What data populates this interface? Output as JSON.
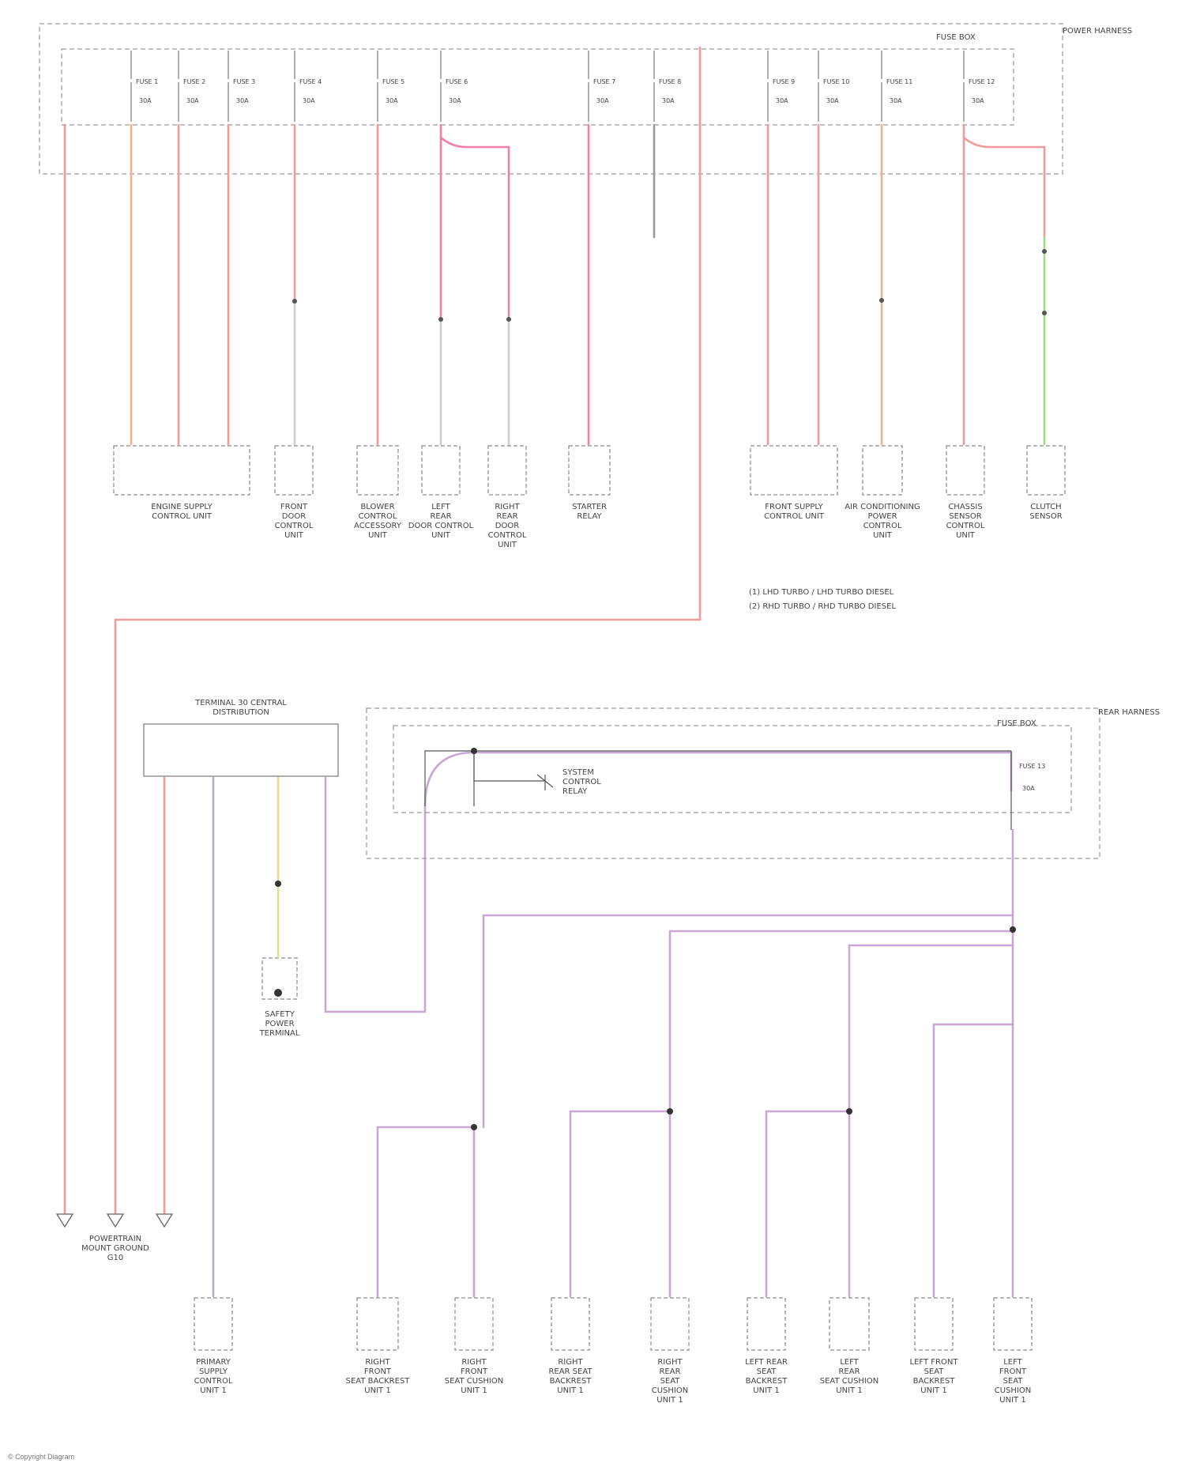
{
  "colors": {
    "red": "#f29a9a",
    "pink": "#ef7fa8",
    "orange": "#f3b38a",
    "violet": "#c9a6d6",
    "grey": "#b4b4c0",
    "green": "#9fdc86",
    "yellow": "#e8d98c",
    "dash": "#9a9a9a",
    "box": "#8a8a8a",
    "node": "#333333"
  },
  "top": {
    "harness_label": "POWER HARNESS",
    "distribution_label": "FUSE BOX",
    "fuses": [
      {
        "name": "FUSE 1",
        "amp": "30A"
      },
      {
        "name": "FUSE 2",
        "amp": "30A"
      },
      {
        "name": "FUSE 3",
        "amp": "30A"
      },
      {
        "name": "FUSE 4",
        "amp": "30A"
      },
      {
        "name": "FUSE 5",
        "amp": "30A"
      },
      {
        "name": "FUSE 6",
        "amp": "30A"
      },
      {
        "name": "FUSE 7",
        "amp": "30A"
      },
      {
        "name": "FUSE 8",
        "amp": "30A"
      },
      {
        "name": "FUSE 9",
        "amp": "30A"
      },
      {
        "name": "FUSE 10",
        "amp": "30A"
      },
      {
        "name": "FUSE 11",
        "amp": "30A"
      },
      {
        "name": "FUSE 12",
        "amp": "30A"
      }
    ],
    "components": [
      [
        "ENGINE SUPPLY",
        "CONTROL UNIT"
      ],
      [
        "FRONT",
        "DOOR",
        "CONTROL",
        "UNIT"
      ],
      [
        "BLOWER",
        "CONTROL",
        "ACCESSORY",
        "UNIT"
      ],
      [
        "LEFT",
        "REAR",
        "DOOR CONTROL",
        "UNIT"
      ],
      [
        "RIGHT",
        "REAR",
        "DOOR",
        "CONTROL",
        "UNIT"
      ],
      [
        "STARTER",
        "RELAY"
      ],
      [
        "FRONT SUPPLY",
        "CONTROL UNIT"
      ],
      [
        "AIR CONDITIONING",
        "POWER",
        "CONTROL",
        "UNIT"
      ],
      [
        "CHASSIS",
        "SENSOR",
        "CONTROL",
        "UNIT"
      ],
      [
        "CLUTCH",
        "SENSOR"
      ]
    ],
    "notes": [
      "(1) LHD TURBO / LHD TURBO DIESEL",
      "(2) RHD TURBO / RHD TURBO DIESEL"
    ]
  },
  "middle": {
    "module_title": [
      "TERMINAL 30 CENTRAL",
      "DISTRIBUTION"
    ],
    "rear_fuse_label": "FUSE BOX",
    "rear_harness_label": "REAR HARNESS",
    "rear_fuse": {
      "name": "FUSE 13",
      "amp": "30A"
    },
    "relay_label": [
      "SYSTEM",
      "CONTROL",
      "RELAY"
    ],
    "sensor_label": [
      "SAFETY",
      "POWER",
      "TERMINAL"
    ]
  },
  "bottom": {
    "ground_label": [
      "POWERTRAIN",
      "MOUNT GROUND",
      "G10"
    ],
    "components": [
      [
        "PRIMARY",
        "SUPPLY",
        "CONTROL",
        "UNIT 1"
      ],
      [
        "RIGHT",
        "FRONT",
        "SEAT BACKREST",
        "UNIT 1"
      ],
      [
        "RIGHT",
        "FRONT",
        "SEAT CUSHION",
        "UNIT 1"
      ],
      [
        "RIGHT",
        "REAR SEAT",
        "BACKREST",
        "UNIT 1"
      ],
      [
        "RIGHT",
        "REAR",
        "SEAT",
        "CUSHION",
        "UNIT 1"
      ],
      [
        "LEFT REAR",
        "SEAT",
        "BACKREST",
        "UNIT 1"
      ],
      [
        "LEFT",
        "REAR",
        "SEAT CUSHION",
        "UNIT 1"
      ],
      [
        "LEFT FRONT",
        "SEAT",
        "BACKREST",
        "UNIT 1"
      ],
      [
        "LEFT",
        "FRONT",
        "SEAT",
        "CUSHION",
        "UNIT 1"
      ]
    ]
  },
  "footer": "© Copyright Diagram"
}
